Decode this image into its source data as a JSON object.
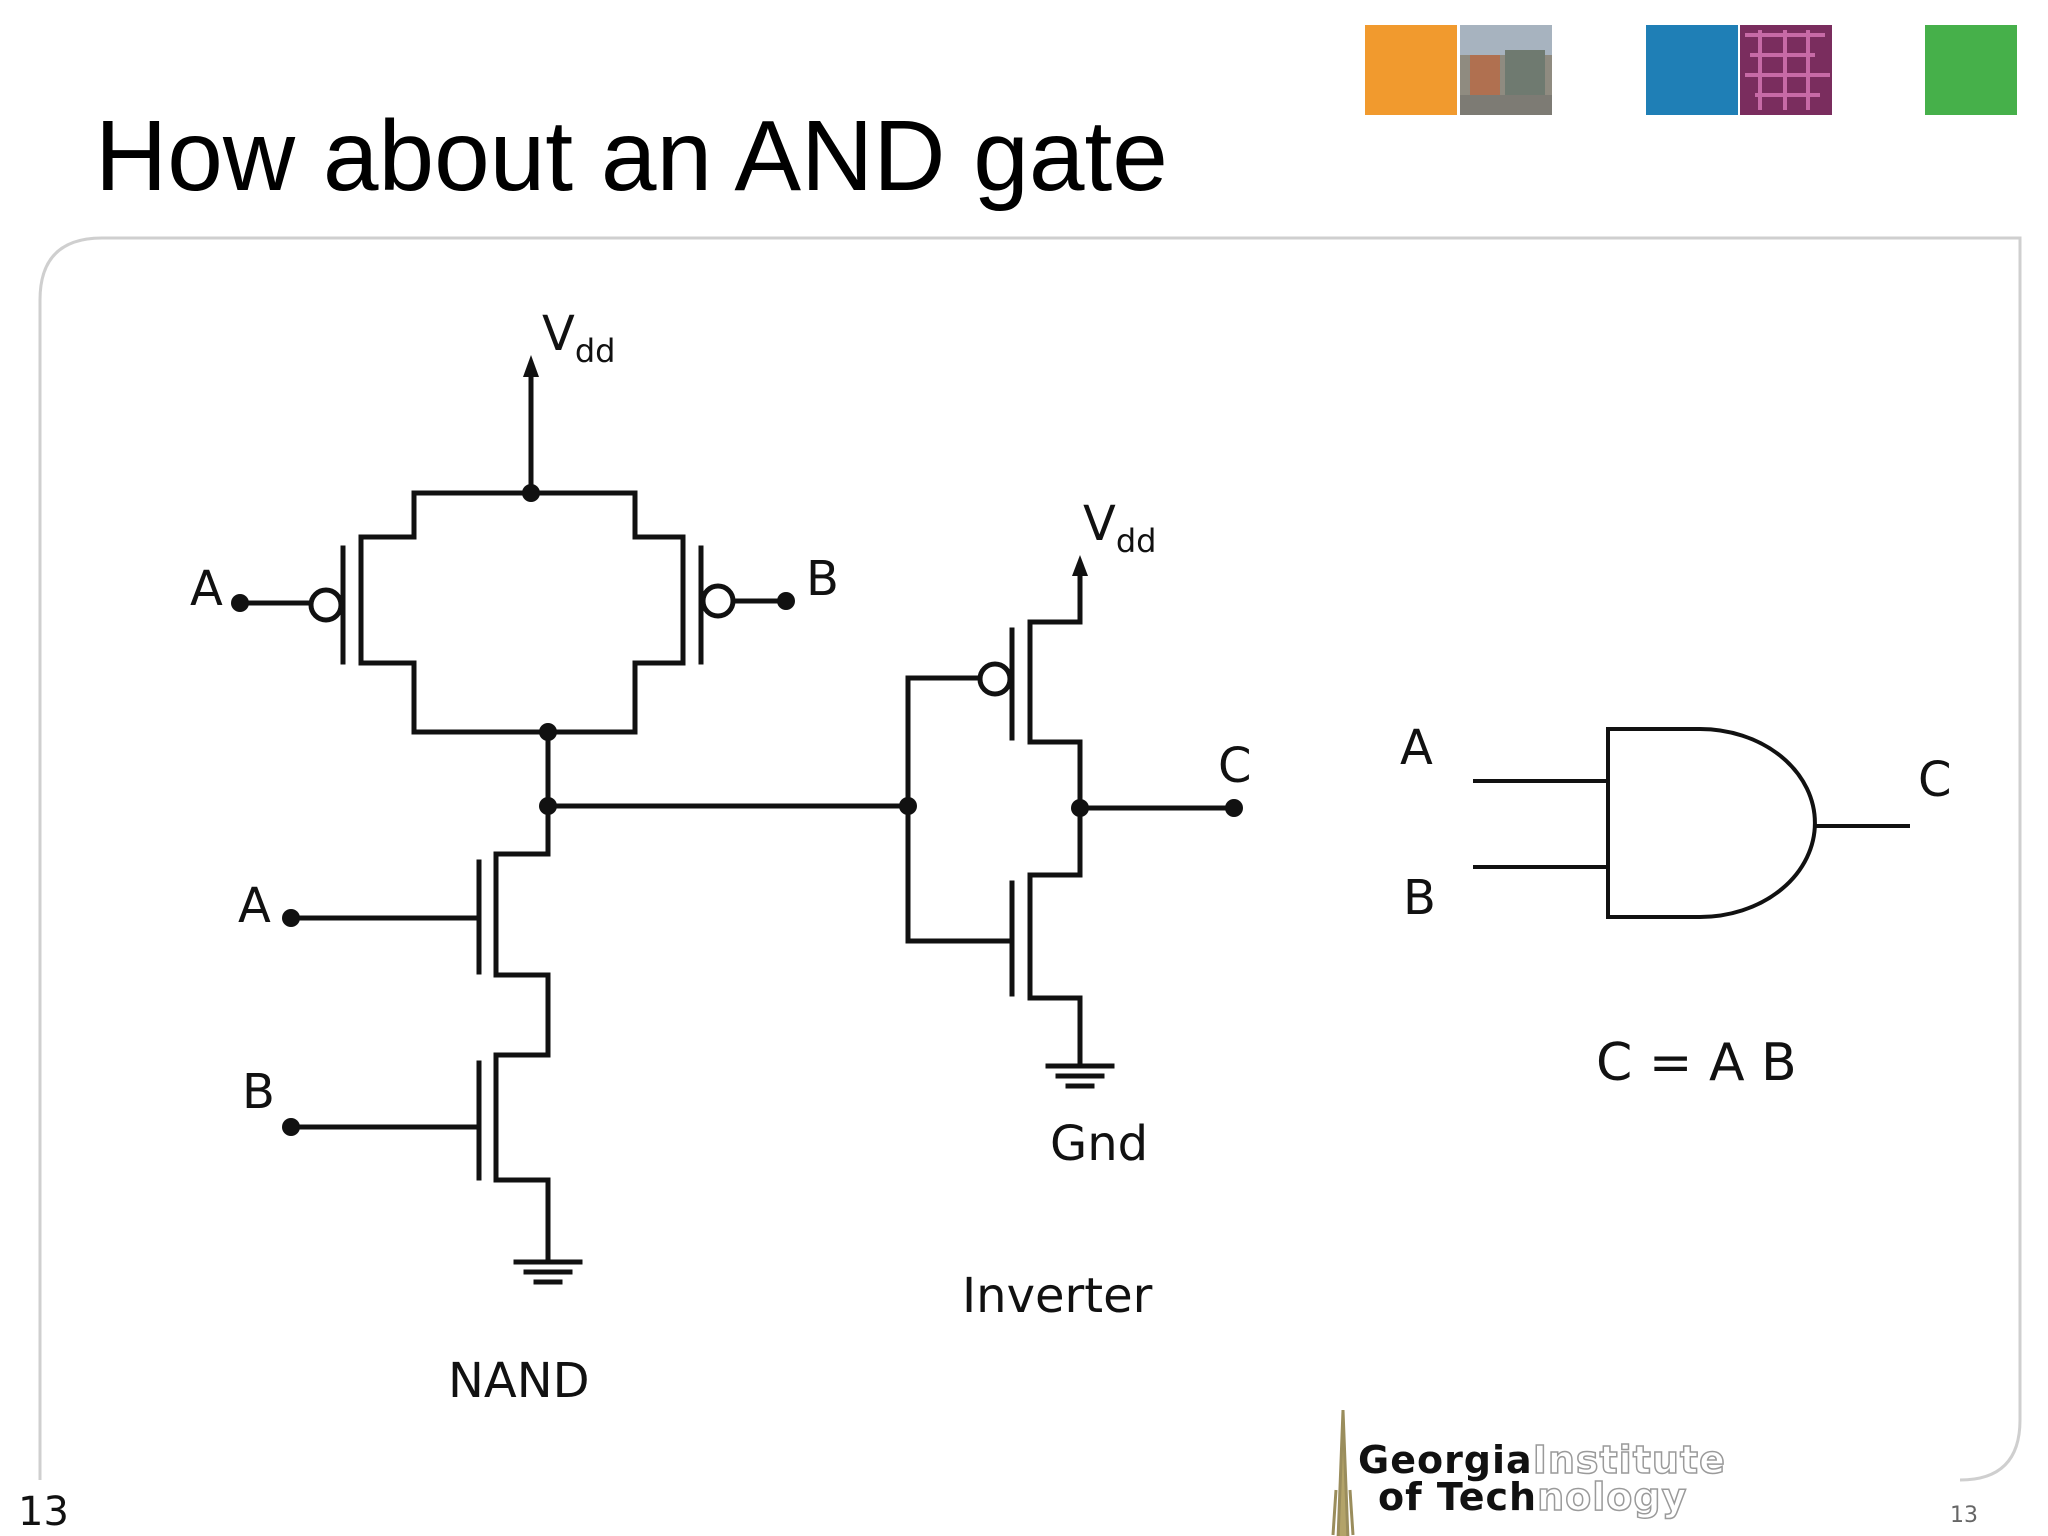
{
  "slide": {
    "title": "How about an AND gate",
    "page_number_left": "13",
    "page_number_right": "13"
  },
  "header": {
    "decor_tiles": [
      {
        "kind": "swatch",
        "color": "#f19a2e"
      },
      {
        "kind": "photo",
        "name": "campus-photo"
      },
      {
        "kind": "swatch",
        "color": "#1f7fb6"
      },
      {
        "kind": "photo",
        "name": "chip-photo"
      },
      {
        "kind": "swatch",
        "color": "#46b04a"
      }
    ]
  },
  "nand": {
    "vdd_label": "V",
    "vdd_sub": "dd",
    "input_a_top": "A",
    "input_b_top": "B",
    "input_a_bottom": "A",
    "input_b_bottom": "B",
    "caption": "NAND"
  },
  "inverter": {
    "vdd_label": "V",
    "vdd_sub": "dd",
    "output_label": "C",
    "gnd_label": "Gnd",
    "caption": "Inverter"
  },
  "and_gate": {
    "input_a": "A",
    "input_b": "B",
    "output": "C",
    "equation": "C = A B"
  },
  "footer": {
    "logo_line1_bold": "Georgia",
    "logo_line1_outline": "Institute",
    "logo_line2_bold": "of Tech",
    "logo_line2_outline": "nology"
  },
  "colors": {
    "ink": "#111111",
    "frame": "#cfcfcf",
    "logo_gold": "#b3a369"
  }
}
